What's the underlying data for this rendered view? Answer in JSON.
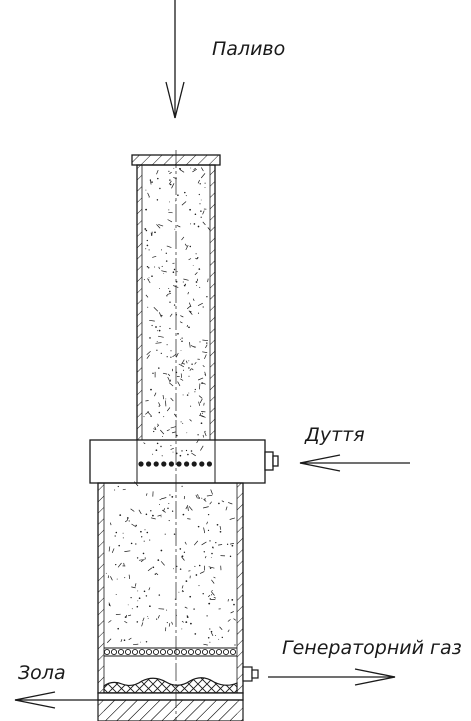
{
  "labels": {
    "fuel": "Паливо",
    "air": "Дуття",
    "gas": "Генераторний газ",
    "ash": "Зола"
  },
  "colors": {
    "line": "#1a1a1a",
    "background": "#ffffff"
  }
}
